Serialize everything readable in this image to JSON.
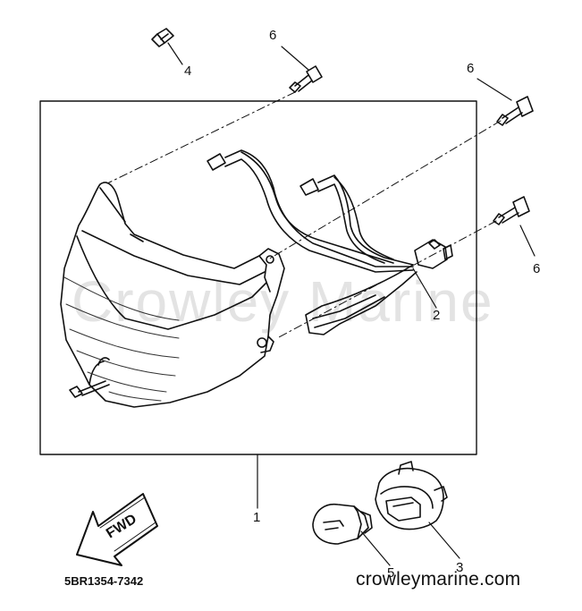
{
  "watermark": "Crowley Marine",
  "fwd_label": "FWD",
  "part_code": "5BR1354-7342",
  "site": "crowleymarine.com",
  "callouts": [
    {
      "id": "1",
      "text": "1"
    },
    {
      "id": "2",
      "text": "2"
    },
    {
      "id": "3",
      "text": "3"
    },
    {
      "id": "4",
      "text": "4"
    },
    {
      "id": "5",
      "text": "5"
    },
    {
      "id": "6a",
      "text": "6"
    },
    {
      "id": "6b",
      "text": "6"
    },
    {
      "id": "6c",
      "text": "6"
    }
  ]
}
